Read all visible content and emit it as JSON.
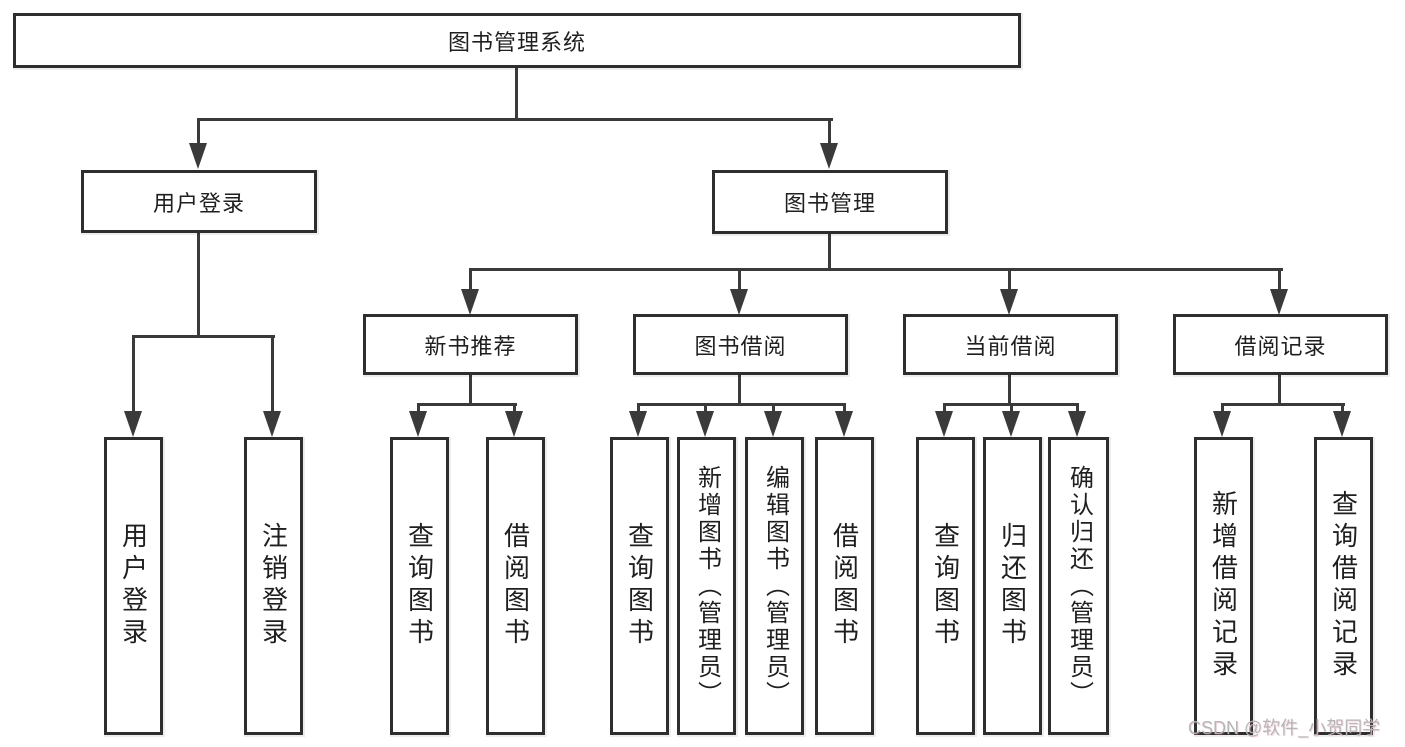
{
  "diagram": {
    "root": {
      "label": "图书管理系统"
    },
    "level2": [
      {
        "label": "用户登录",
        "children": [
          "用户登录",
          "注销登录"
        ]
      },
      {
        "label": "图书管理",
        "sections": [
          {
            "label": "新书推荐",
            "children": [
              "查询图书",
              "借阅图书"
            ]
          },
          {
            "label": "图书借阅",
            "children": [
              "查询图书",
              "新增图书（管理员）",
              "编辑图书（管理员）",
              "借阅图书"
            ]
          },
          {
            "label": "当前借阅",
            "children": [
              "查询图书",
              "归还图书",
              "确认归还（管理员）"
            ]
          },
          {
            "label": "借阅记录",
            "children": [
              "新增借阅记录",
              "查询借阅记录"
            ]
          }
        ]
      }
    ]
  },
  "watermark": "CSDN @软件_小贺同学",
  "colors": {
    "background": "#ffffff",
    "box_border": "#2e2e2e",
    "connector": "#3a3a3a",
    "text": "#1f1f1f",
    "watermark": "#b6b6b6"
  }
}
